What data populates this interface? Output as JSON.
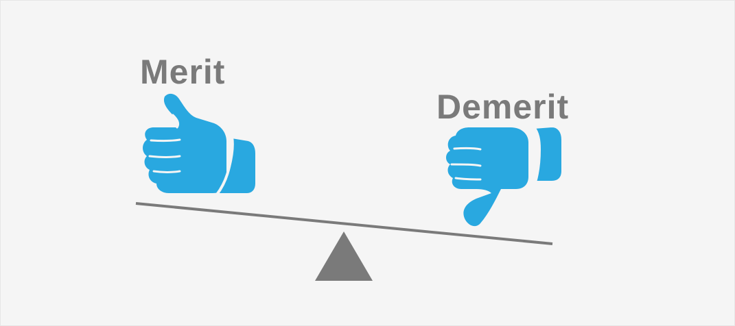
{
  "labels": {
    "merit": "Merit",
    "demerit": "Demerit"
  },
  "colors": {
    "background": "#f5f5f5",
    "text": "#7a7a7a",
    "thumb": "#29a8e0",
    "thumb_outline": "#ffffff",
    "beam": "#7a7a7a",
    "fulcrum": "#7a7a7a"
  },
  "icons": [
    "thumbs-up-icon",
    "thumbs-down-icon",
    "fulcrum-triangle",
    "balance-beam"
  ]
}
